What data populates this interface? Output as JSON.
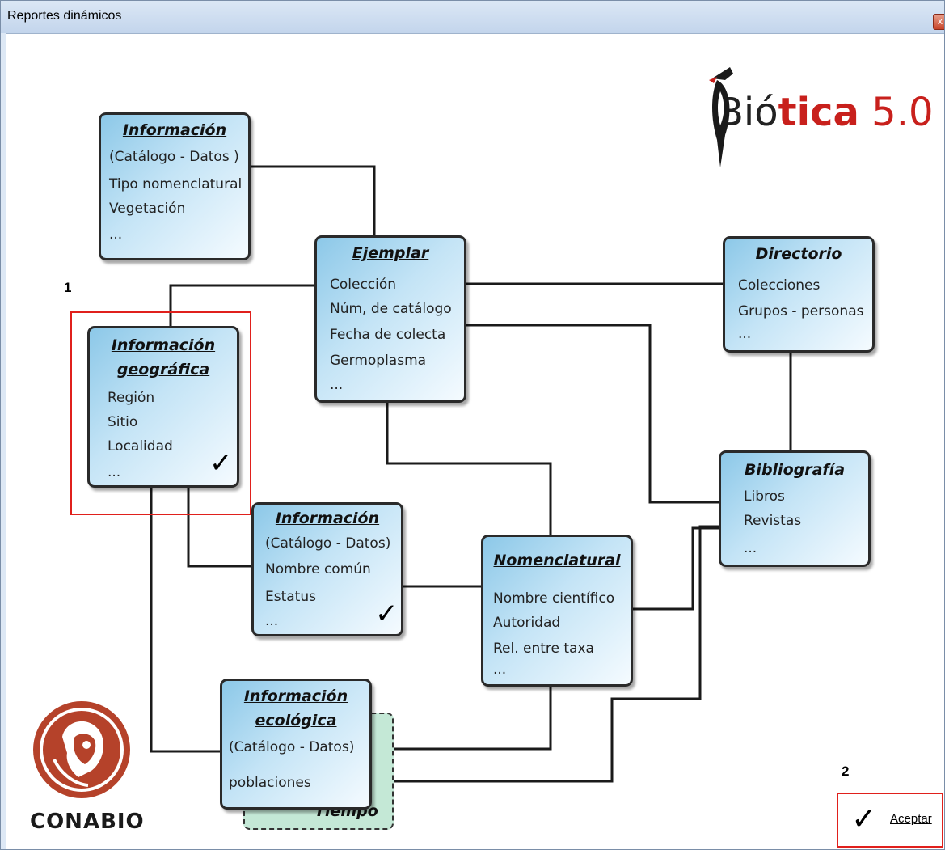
{
  "window": {
    "title": "Reportes dinámicos",
    "close_glyph": "x"
  },
  "logo": {
    "part1": "Bió",
    "part2": "tica",
    "part3": " 5.0",
    "icon": "woodpecker-icon"
  },
  "conabio": {
    "text": "CONABIO",
    "icon": "conabio-emblem-icon"
  },
  "boxes": {
    "info_catalogo": {
      "title": "Información",
      "lines": [
        "(Catálogo - Datos )",
        "Tipo nomenclatural",
        "Vegetación",
        "..."
      ]
    },
    "ejemplar": {
      "title": "Ejemplar",
      "lines": [
        "Colección",
        "Núm, de catálogo",
        "Fecha de colecta",
        "Germoplasma",
        "..."
      ]
    },
    "directorio": {
      "title": "Directorio",
      "lines": [
        "Colecciones",
        "Grupos - personas",
        "..."
      ]
    },
    "geografica": {
      "title1": "Información",
      "title2": "geográfica",
      "lines": [
        "Región",
        "Sitio",
        "Localidad",
        "..."
      ],
      "checked": true
    },
    "info_catalogo2": {
      "title": "Información",
      "lines": [
        "(Catálogo - Datos)",
        "Nombre común",
        "Estatus",
        "..."
      ],
      "checked": true
    },
    "nomenclatural": {
      "title": "Nomenclatural",
      "lines": [
        "Nombre científico",
        "Autoridad",
        "Rel. entre taxa",
        "..."
      ]
    },
    "bibliografia": {
      "title": "Bibliografía",
      "lines": [
        "Libros",
        "Revistas",
        "..."
      ]
    },
    "ecologica": {
      "title1": "Información",
      "title2": "ecológica",
      "lines": [
        "(Catálogo - Datos)",
        "poblaciones"
      ]
    },
    "tiempo": {
      "label": "Tiempo"
    }
  },
  "check_glyph": "✓",
  "annotations": {
    "marker1": "1",
    "marker2": "2"
  },
  "accept_button": {
    "label": "Aceptar",
    "glyph": "✓"
  },
  "colors": {
    "box_gradient_start": "#8cc8e8",
    "accent_red": "#c8201c",
    "selection_red": "#e0201c",
    "tiempo_fill": "#c4e8d6"
  }
}
